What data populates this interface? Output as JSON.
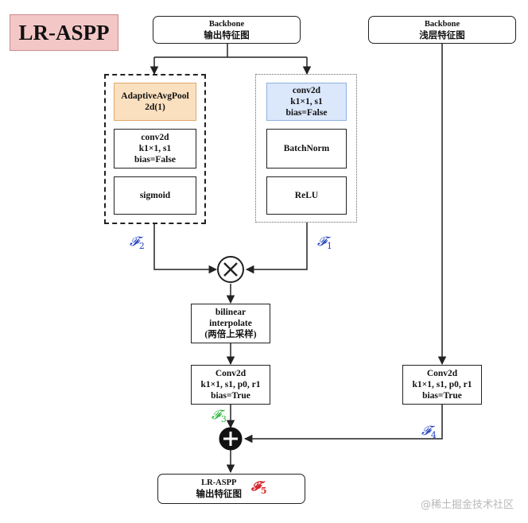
{
  "title": "LR-ASPP",
  "backbone_out": {
    "line1": "Backbone",
    "line2": "输出特征图"
  },
  "backbone_shallow": {
    "line1": "Backbone",
    "line2": "浅层特征图"
  },
  "left_branch": {
    "pool": {
      "line1": "AdaptiveAvgPool",
      "line2": "2d(1)"
    },
    "conv": {
      "line1": "conv2d",
      "line2": "k1×1, s1",
      "line3": "bias=False"
    },
    "act": "sigmoid"
  },
  "right_branch": {
    "conv": {
      "line1": "conv2d",
      "line2": "k1×1, s1",
      "line3": "bias=False"
    },
    "bn": "BatchNorm",
    "act": "ReLU"
  },
  "multiply_symbol": "×",
  "add_symbol": "+",
  "interp": {
    "line1": "bilinear",
    "line2": "interpolate",
    "line3": "(两倍上采样)"
  },
  "conv_mid": {
    "line1": "Conv2d",
    "line2": "k1×1, s1, p0, r1",
    "line3": "bias=True"
  },
  "conv_right": {
    "line1": "Conv2d",
    "line2": "k1×1, s1, p0, r1",
    "line3": "bias=True"
  },
  "output": {
    "line1": "LR-ASPP",
    "line2": "输出特征图"
  },
  "labels": {
    "f1": {
      "base": "𝓕",
      "sub": "1"
    },
    "f2": {
      "base": "𝓕",
      "sub": "2"
    },
    "f3": {
      "base": "𝓕",
      "sub": "3"
    },
    "f4": {
      "base": "𝓕",
      "sub": "4"
    },
    "f5": {
      "base": "𝓕",
      "sub": "5"
    }
  },
  "colors": {
    "f_blue": "#1f3fbf",
    "f_green": "#22b533",
    "f_red": "#d8232a",
    "pool_fill": "#fbe0c0",
    "conv_fill": "#dbe7fb",
    "title_fill": "#f4c7c7"
  },
  "watermark": "@稀土掘金技术社区"
}
